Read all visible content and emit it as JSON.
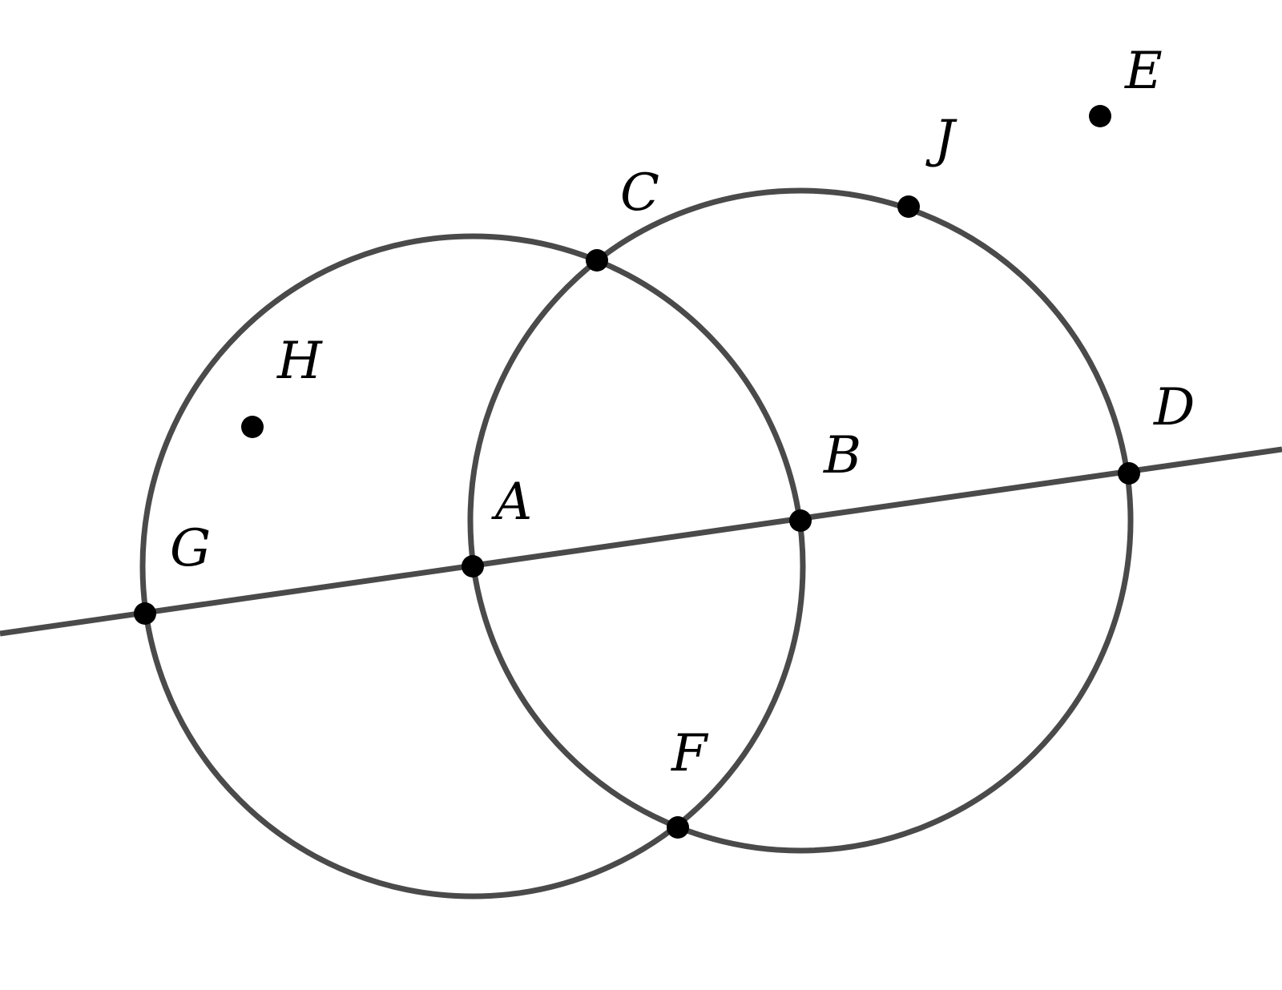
{
  "colors": {
    "background": "#ffffff",
    "curve": "#4a4a4a",
    "point": "#000000",
    "label": "#000000"
  },
  "points": [
    {
      "id": "A",
      "label": "A"
    },
    {
      "id": "B",
      "label": "B"
    },
    {
      "id": "C",
      "label": "C"
    },
    {
      "id": "D",
      "label": "D"
    },
    {
      "id": "E",
      "label": "E"
    },
    {
      "id": "F",
      "label": "F"
    },
    {
      "id": "G",
      "label": "G"
    },
    {
      "id": "H",
      "label": "H"
    },
    {
      "id": "J",
      "label": "J"
    }
  ]
}
